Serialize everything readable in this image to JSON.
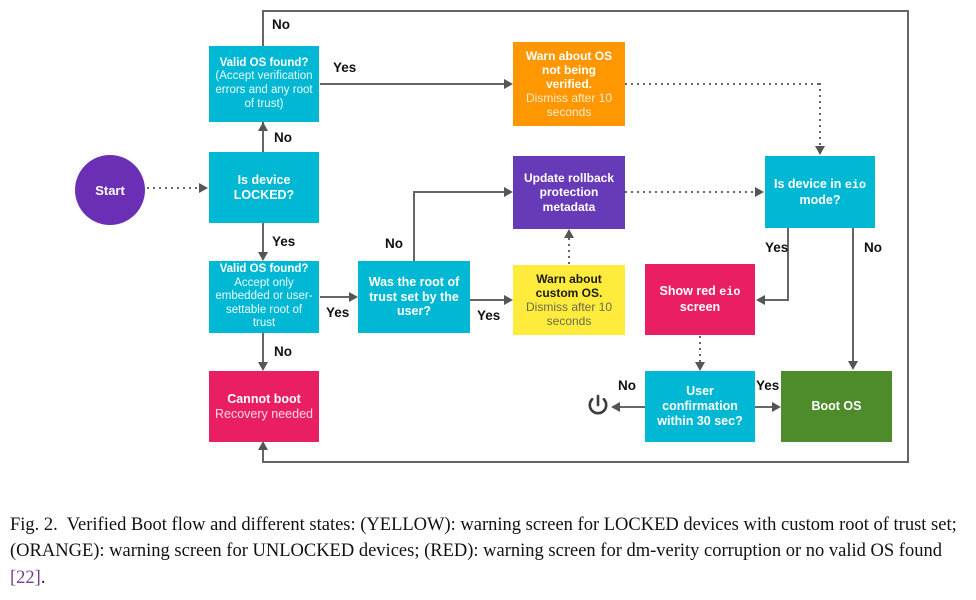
{
  "figure": {
    "caption_prefix": "Fig. 2.",
    "caption_text": "Verified Boot flow and different states: (YELLOW): warning screen for LOCKED devices with custom root of trust set; (ORANGE): warning screen for UNLOCKED devices; (RED): warning screen for dm-verity corruption or no valid OS found ",
    "citation": "[22]",
    "caption_end": "."
  },
  "nodes": {
    "start": {
      "label": "Start",
      "color": "#6a2fb5"
    },
    "valid_os_unlocked": {
      "title": "Valid OS found?",
      "subtitle": "(Accept verification errors and any root of trust)",
      "color": "#00b8d4"
    },
    "is_device_locked": {
      "title": "Is device LOCKED?",
      "color": "#00b8d4"
    },
    "valid_os_locked": {
      "title": "Valid OS found?",
      "subtitle": "Accept only embedded or user-settable root of trust",
      "color": "#00b8d4"
    },
    "cannot_boot": {
      "title": "Cannot boot",
      "subtitle": "Recovery needed",
      "color": "#e91e63"
    },
    "root_of_trust_user": {
      "title": "Was the root of trust set by the user?",
      "color": "#00b8d4"
    },
    "warn_os_not_verified": {
      "title": "Warn about OS not being verified.",
      "subtitle": "Dismiss after 10 seconds",
      "color": "#ff9800"
    },
    "update_rollback": {
      "title": "Update rollback protection metadata",
      "color": "#673ab7"
    },
    "warn_custom_os": {
      "title": "Warn about custom OS.",
      "subtitle": "Dismiss after 10 seconds",
      "color": "#ffeb3b"
    },
    "show_red_eio": {
      "title_a": "Show red ",
      "title_mono": "eio",
      "title_b": " screen",
      "color": "#e91e63"
    },
    "is_device_eio": {
      "title_a": "Is device in ",
      "title_mono": "eio",
      "title_b": " mode?",
      "color": "#00b8d4"
    },
    "user_confirmation": {
      "title": "User confirmation within 30 sec?",
      "color": "#00b8d4"
    },
    "boot_os": {
      "title": "Boot OS",
      "color": "#4e8b2b"
    },
    "power_off": {
      "name": "power-off-icon"
    }
  },
  "edge_labels": {
    "top_loop_no": "No",
    "unlocked_valid_yes": "Yes",
    "locked_no": "No",
    "locked_yes": "Yes",
    "valid_os_locked_yes": "Yes",
    "valid_os_locked_no": "No",
    "root_trust_no": "No",
    "root_trust_yes": "Yes",
    "eio_yes": "Yes",
    "eio_no": "No",
    "confirm_no": "No",
    "confirm_yes": "Yes"
  }
}
